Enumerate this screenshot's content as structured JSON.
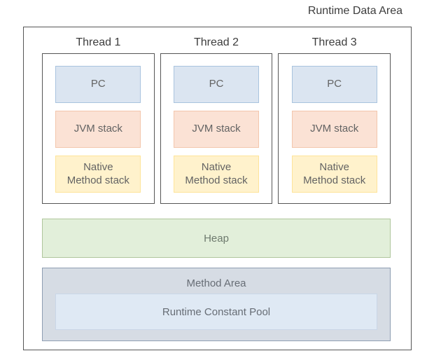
{
  "title": "Runtime Data Area",
  "threads": [
    {
      "label": "Thread 1",
      "boxes": [
        {
          "label": "PC"
        },
        {
          "label": "JVM stack"
        },
        {
          "label": "Native\nMethod stack"
        }
      ]
    },
    {
      "label": "Thread 2",
      "boxes": [
        {
          "label": "PC"
        },
        {
          "label": "JVM stack"
        },
        {
          "label": "Native\nMethod stack"
        }
      ]
    },
    {
      "label": "Thread 3",
      "boxes": [
        {
          "label": "PC"
        },
        {
          "label": "JVM stack"
        },
        {
          "label": "Native\nMethod stack"
        }
      ]
    }
  ],
  "heap": {
    "label": "Heap"
  },
  "method_area": {
    "label": "Method Area",
    "runtime_constant_pool": {
      "label": "Runtime Constant Pool"
    }
  },
  "colors": {
    "pc_fill": "#dbe5f1",
    "pc_border": "#a9c3de",
    "jvm_stack_fill": "#fbe2d5",
    "jvm_stack_border": "#f3c6ac",
    "native_stack_fill": "#fff2cc",
    "native_stack_border": "#fee49a",
    "heap_fill": "#e2efda",
    "heap_border": "#afc69c",
    "method_area_fill": "#d6dce4",
    "method_area_border": "#8e9db2",
    "runtime_constant_pool_fill": "#dfe9f4",
    "runtime_constant_pool_border": "#c9d6e7",
    "container_border": "#565656",
    "box_label_text": "#636363",
    "heading_text": "#3d3d3d"
  }
}
